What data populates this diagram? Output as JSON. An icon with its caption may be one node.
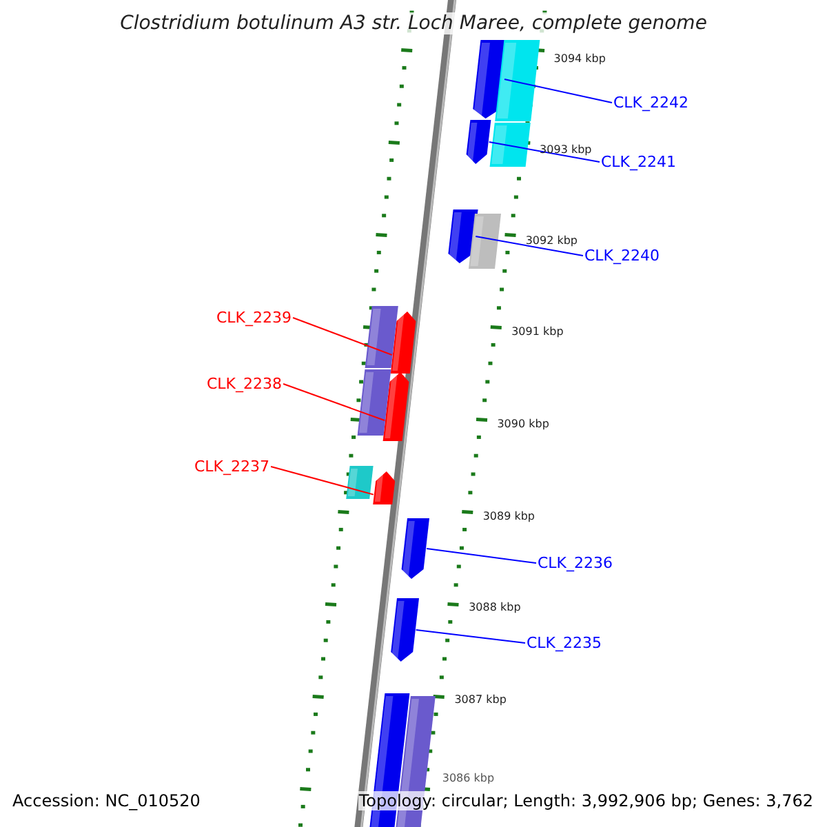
{
  "diagram": {
    "title": "Clostridium botulinum A3 str. Loch Maree, complete genome",
    "nodes": [
      {
        "text": [
          "CLK_2242"
        ]
      },
      {
        "text": [],
        "shape": "arrow"
      },
      {
        "text": [
          "CLK_2241"
        ]
      },
      {
        "text": [],
        "shape": "arrow"
      },
      {
        "text": [
          "CLK_2240"
        ]
      },
      {
        "text": [],
        "shape": "arrow"
      },
      {
        "text": [
          "CLK_2239"
        ]
      },
      {
        "text": [],
        "shape": "arrow"
      },
      {
        "text": [
          "CLK_2238"
        ]
      },
      {
        "text": [],
        "shape": "arrow"
      },
      {
        "text": [
          "CLK_2237"
        ]
      },
      {
        "text": [],
        "shape": "arrow"
      },
      {
        "text": [
          "CLK_2236"
        ]
      },
      {
        "text": [],
        "shape": "arrow"
      },
      {
        "text": [
          "CLK_2235"
        ]
      },
      {
        "text": [],
        "shape": "arrow"
      },
      {
        "text": [],
        "shape": "bar"
      },
      {
        "text": [],
        "shape": "bar"
      },
      {
        "text": [],
        "shape": "bar"
      },
      {
        "text": [],
        "shape": "bar"
      },
      {
        "text": [],
        "shape": "bar"
      },
      {
        "text": [],
        "shape": "bar"
      },
      {
        "text": [],
        "shape": "bar"
      },
      {
        "text": [],
        "shape": "bar"
      }
    ],
    "edges": [
      {
        "from": 0,
        "to": 1,
        "arrow": "none"
      },
      {
        "from": 2,
        "to": 3,
        "arrow": "none"
      },
      {
        "from": 4,
        "to": 5,
        "arrow": "none"
      },
      {
        "from": 6,
        "to": 7,
        "arrow": "none",
        "color": "#ff0000"
      },
      {
        "from": 8,
        "to": 9,
        "arrow": "none",
        "color": "#ff0000"
      },
      {
        "from": 10,
        "to": 11,
        "arrow": "none",
        "color": "#ff0000"
      },
      {
        "from": 12,
        "to": 13,
        "arrow": "none"
      },
      {
        "from": 14,
        "to": 15,
        "arrow": "none"
      }
    ],
    "labels": [
      "3094 kbp",
      "3093 kbp",
      "3092 kbp",
      "3091 kbp",
      "3090 kbp",
      "3089 kbp",
      "3088 kbp",
      "3087 kbp",
      "3086 kbp",
      "Accession: NC_010520",
      "Topology: circular; Length: 3,992,906 bp; Genes: 3,762"
    ]
  }
}
